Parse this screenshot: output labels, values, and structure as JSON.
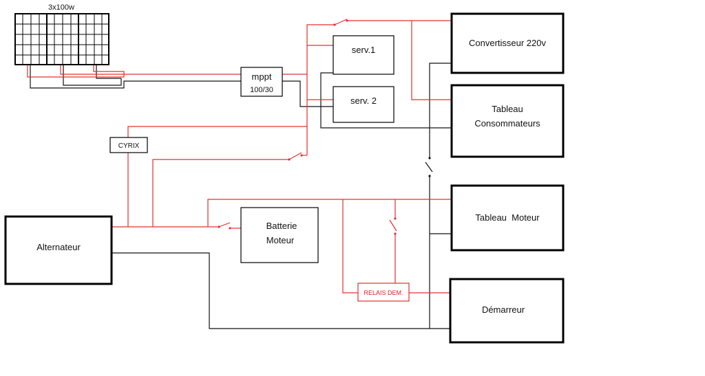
{
  "colors": {
    "positive_wire": "#e03030",
    "negative_wire": "#111111",
    "box_border": "#000000",
    "relay_border": "#e03030"
  },
  "solar": {
    "label": "3x100w"
  },
  "mppt": {
    "line1": "mppt",
    "line2": "100/30"
  },
  "cyrix": {
    "label": "CYRIX"
  },
  "serv1": {
    "label": "serv.1"
  },
  "serv2": {
    "label": "serv. 2"
  },
  "convertisseur": {
    "label": "Convertisseur 220v"
  },
  "tableau_consommateurs": {
    "line1": "Tableau",
    "line2": "Consommateurs"
  },
  "tableau_moteur": {
    "label": "Tableau  Moteur"
  },
  "alternateur": {
    "label": "Alternateur"
  },
  "batterie": {
    "line1": "Batterie",
    "line2": "Moteur"
  },
  "relais": {
    "label": "RELAIS DEM."
  },
  "demarreur": {
    "label": "Démarreur"
  }
}
